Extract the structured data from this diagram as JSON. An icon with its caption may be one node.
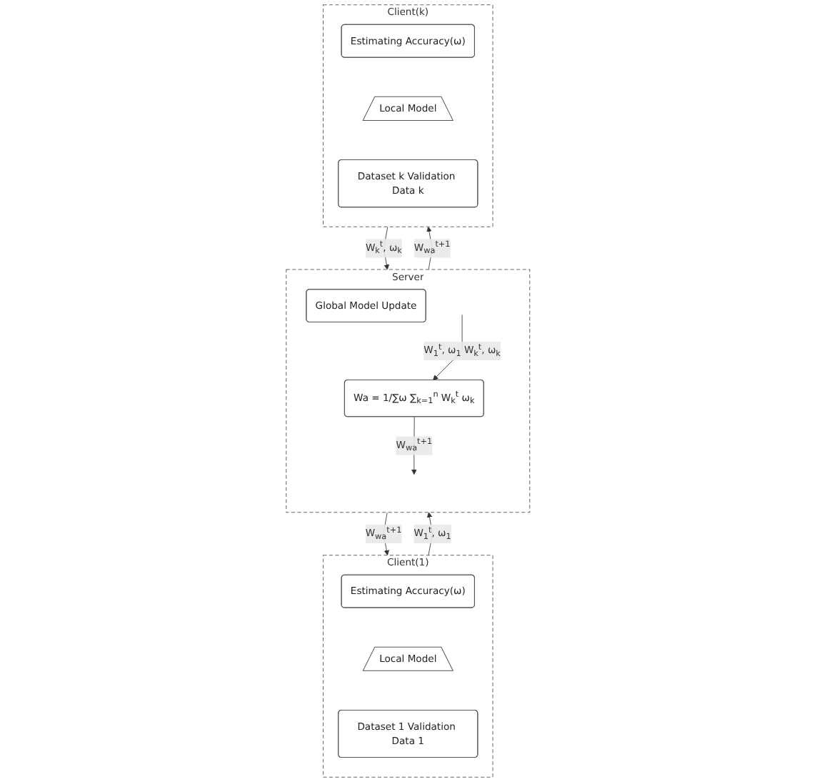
{
  "diagram": {
    "nodes": [
      {
        "text": [
          "Server"
        ]
      },
      {
        "text": [
          "Global Model Update"
        ],
        "in": 0
      },
      {
        "text": [
          "Wa = 1/∑ω ∑$_{k=1}$$^{n}$ W$_{k}$$^{t}$ ω$_{k}$"
        ],
        "in": 0
      },
      {
        "text": [
          "Client(1)"
        ]
      },
      {
        "text": [
          "Estimating Accuracy(ω)"
        ],
        "in": 3
      },
      {
        "text": [
          "Local Model"
        ],
        "in": 3
      },
      {
        "text": [
          "Dataset 1 Validation Data 1"
        ],
        "in": 3
      },
      {
        "text": [
          "Client(k)"
        ]
      },
      {
        "text": [
          "Estimating Accuracy(ω)"
        ],
        "in": 7
      },
      {
        "text": [
          "Local Model"
        ],
        "in": 7
      },
      {
        "text": [
          "Dataset k Validation Data k"
        ],
        "in": 7
      }
    ],
    "edges": [
      {
        "from": 0,
        "to": 3,
        "arrow": "to",
        "label": "W$_{wa}$$^{t+1}$"
      },
      {
        "from": 0,
        "to": 7,
        "arrow": "to",
        "label": "W$_{wa}$$^{t+1}$"
      },
      {
        "from": 3,
        "to": 0,
        "arrow": "to",
        "label": "W$_{1}$$^{t}$, ω$_{1}$"
      },
      {
        "from": 7,
        "to": 0,
        "arrow": "to",
        "label": "W$_{k}$$^{t}$, ω$_{k}$"
      },
      {
        "from": null,
        "to": 2,
        "arrow": "to",
        "label": "W$_{1}$$^{t}$, ω$_{1}$ W$_{k}$$^{t}$, ω$_{k}$"
      },
      {
        "from": 2,
        "to": null,
        "arrow": "to",
        "label": "W$_{wa}$$^{t+1}$"
      }
    ]
  }
}
